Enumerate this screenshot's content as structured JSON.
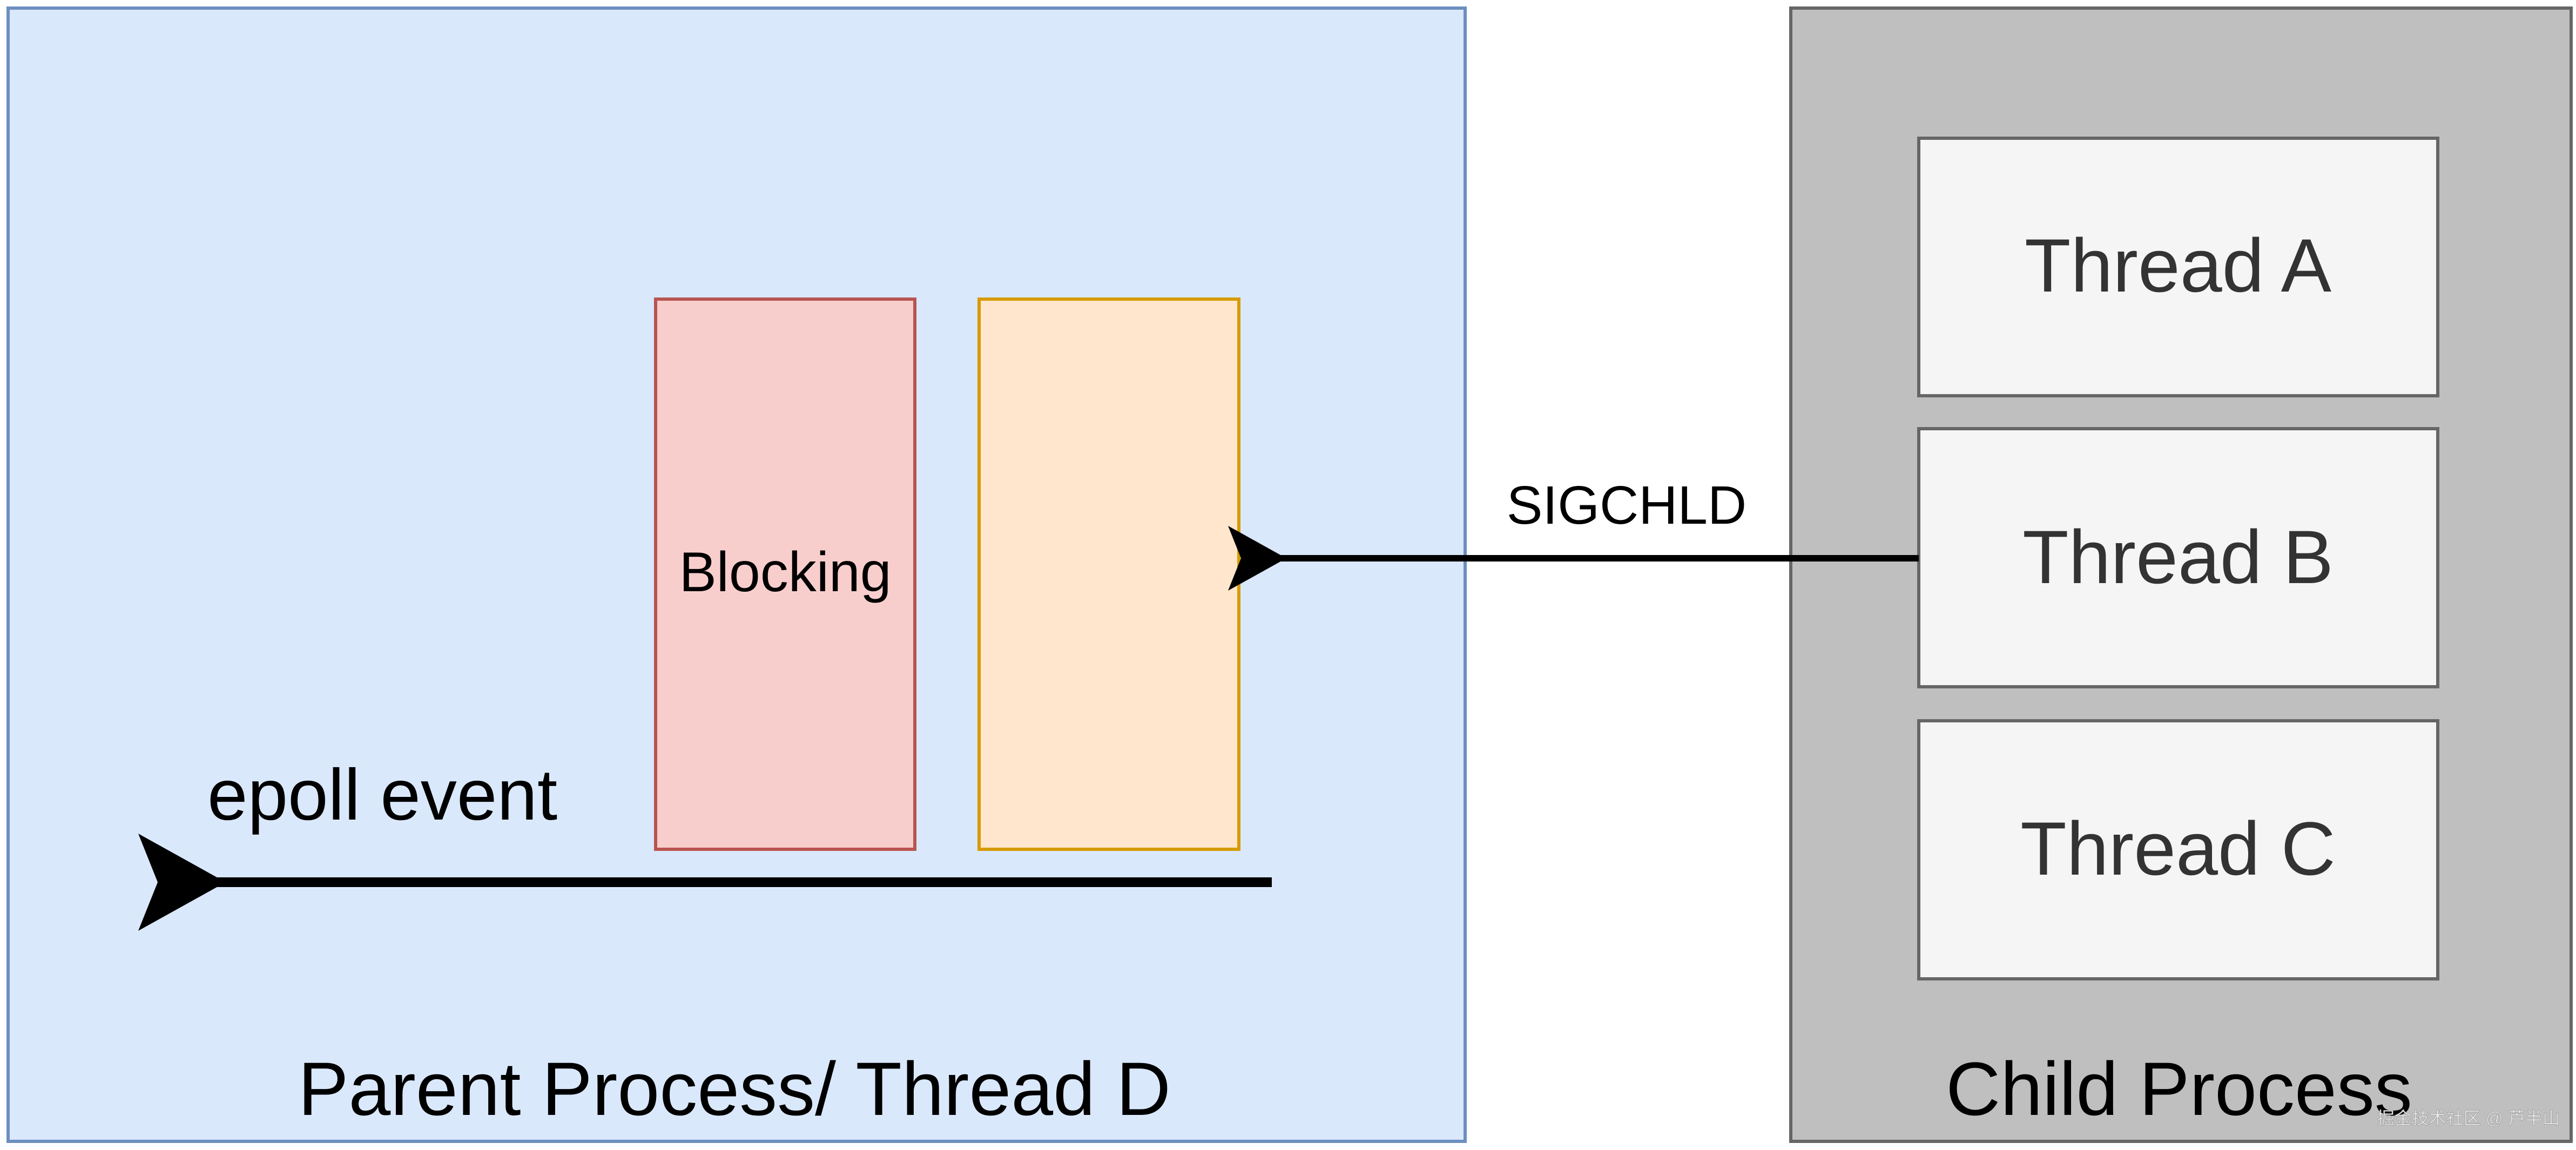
{
  "parent": {
    "label": "Parent Process/ Thread D"
  },
  "child": {
    "label": "Child Process"
  },
  "threads": [
    {
      "label": "Thread A"
    },
    {
      "label": "Thread B"
    },
    {
      "label": "Thread C"
    }
  ],
  "blocking": {
    "label": "Blocking"
  },
  "signal": {
    "label": "SIGCHLD"
  },
  "epoll": {
    "label": "epoll event"
  },
  "watermark": "掘金技术社区 @ 芦半山",
  "colors": {
    "parent_fill": "#dae8fc",
    "parent_stroke": "#6c8ebf",
    "child_fill": "#bfbfbf",
    "child_stroke": "#666666",
    "thread_fill": "#f5f5f5",
    "thread_stroke": "#666666",
    "blocking_fill": "#f8cecc",
    "blocking_stroke": "#b85450",
    "queue_fill": "#ffe6cc",
    "queue_stroke": "#d79b00"
  }
}
